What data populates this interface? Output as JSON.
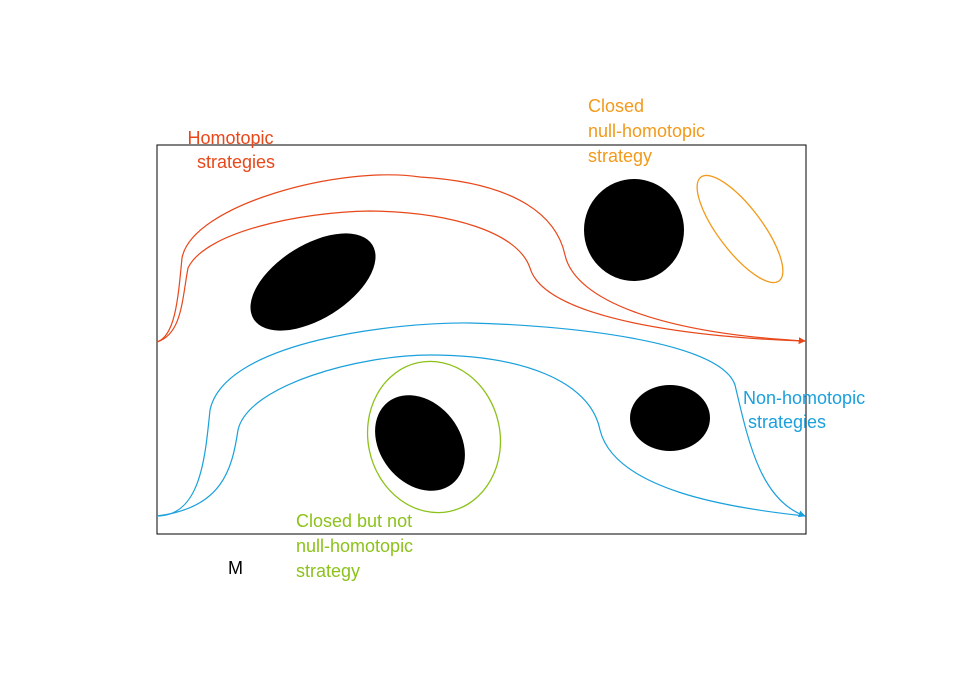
{
  "colors": {
    "homotopic": "#e8471a",
    "non_homotopic": "#1aa0dc",
    "closed_null": "#f29a1a",
    "closed_not_null": "#8cc21a",
    "obstacle": "#000000",
    "frame": "#000000",
    "text": "#000000"
  },
  "labels": {
    "homotopic": [
      "Homotopic",
      "strategies"
    ],
    "closed_null": [
      "Closed",
      "null-homotopic",
      "strategy"
    ],
    "non_homotopic": [
      "Non-homotopic",
      "strategies"
    ],
    "closed_not_null": [
      "Closed but not",
      "null-homotopic",
      "strategy"
    ],
    "space": "M"
  }
}
